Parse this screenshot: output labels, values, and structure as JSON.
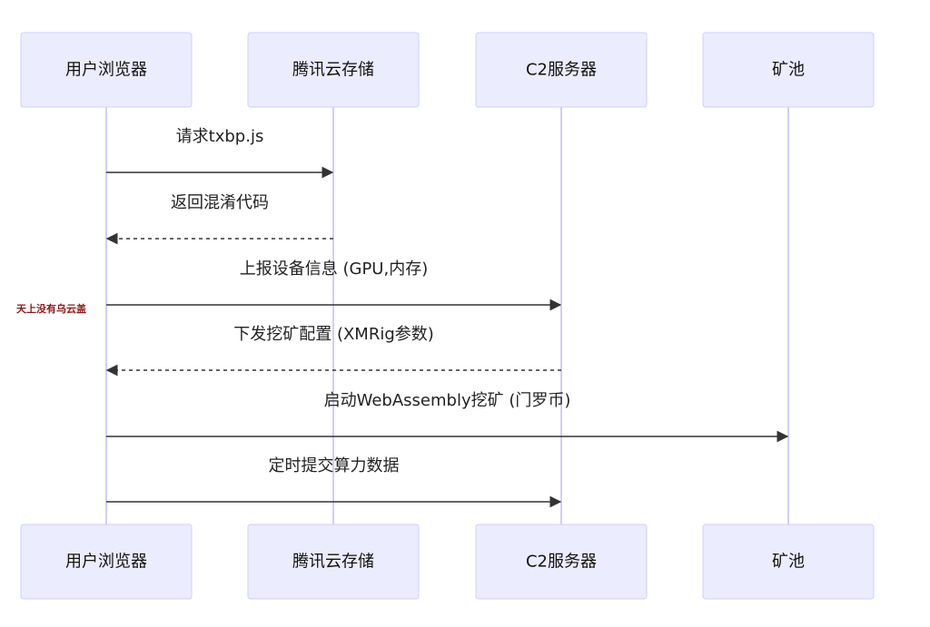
{
  "actors": [
    {
      "id": "browser",
      "label": "用户浏览器"
    },
    {
      "id": "tencent",
      "label": "腾讯云存储"
    },
    {
      "id": "c2",
      "label": "C2服务器"
    },
    {
      "id": "pool",
      "label": "矿池"
    }
  ],
  "messages": [
    {
      "from": "browser",
      "to": "tencent",
      "label": "请求txbp.js",
      "style": "solid"
    },
    {
      "from": "tencent",
      "to": "browser",
      "label": "返回混淆代码",
      "style": "dashed"
    },
    {
      "from": "browser",
      "to": "c2",
      "label": "上报设备信息 (GPU,内存)",
      "style": "solid"
    },
    {
      "from": "c2",
      "to": "browser",
      "label": "下发挖矿配置 (XMRig参数)",
      "style": "dashed"
    },
    {
      "from": "browser",
      "to": "pool",
      "label": "启动WebAssembly挖矿 (门罗币)",
      "style": "solid"
    },
    {
      "from": "browser",
      "to": "c2",
      "label": "定时提交算力数据",
      "style": "solid"
    }
  ],
  "watermark": "天上没有乌云盖",
  "colors": {
    "actor_fill": "#ececff",
    "actor_border": "#cccfff",
    "lifeline": "#cfcff5",
    "arrow": "#333333",
    "watermark": "#8b1a1a"
  }
}
